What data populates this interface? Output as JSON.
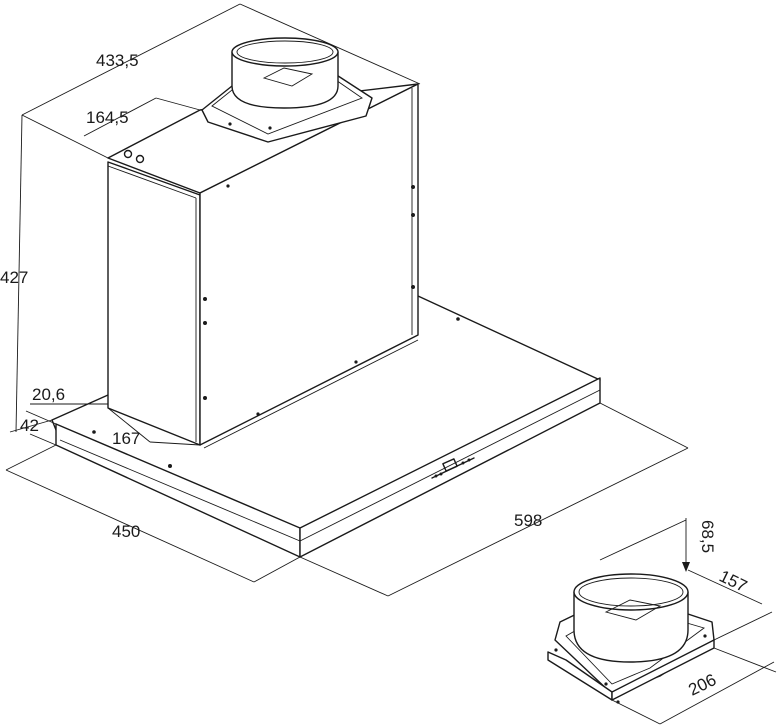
{
  "dimensions": {
    "top_depth": "433,5",
    "chimney_offset": "164,5",
    "height": "427",
    "edge_thickness": "20,6",
    "front_offset": "42",
    "chimney_depth": "167",
    "depth": "450",
    "width": "598",
    "flange_height": "68,5",
    "flange_depth": "157",
    "flange_width": "206"
  }
}
